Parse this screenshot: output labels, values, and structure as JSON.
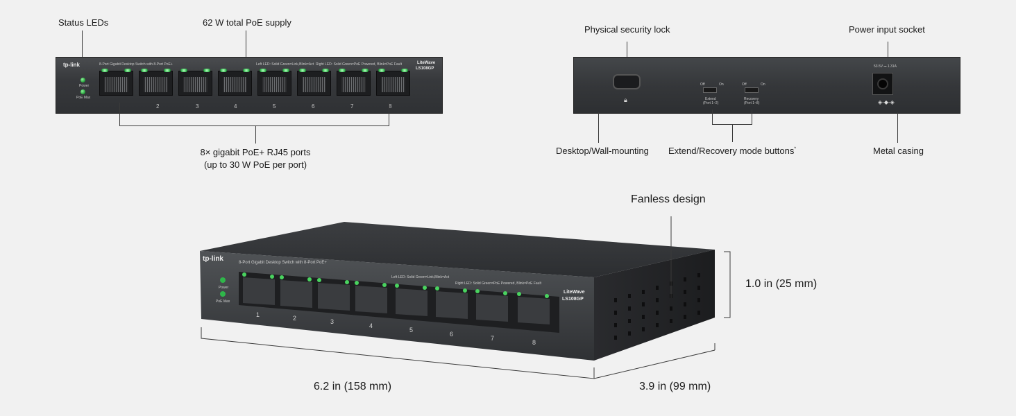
{
  "top_left": {
    "callouts": {
      "status_leds": "Status LEDs",
      "poe_supply": "62 W total PoE supply",
      "ports_line1": "8× gigabit PoE+ RJ45 ports",
      "ports_line2": "(up to 30 W PoE per port)"
    },
    "panel": {
      "brand": "tp-link",
      "model_title": "8-Port Gigabit Desktop Switch with 8-Port PoE+",
      "led_legend_left": "Left LED: Solid Green=Link,Blink=Act",
      "led_legend_right": "Right LED: Solid Green=PoE Powered, Blink=PoE Fault",
      "led_power": "Power",
      "led_poemax": "PoE Max",
      "series": "LiteWave",
      "model": "LS108GP",
      "port_numbers": [
        "2",
        "3",
        "4",
        "5",
        "6",
        "7",
        "8"
      ]
    }
  },
  "top_right": {
    "callouts": {
      "security_lock": "Physical security lock",
      "power_socket": "Power input socket",
      "mounting": "Desktop/Wall-mounting",
      "mode_buttons": "Extend/Recovery mode buttons",
      "mode_buttons_mark": "*",
      "casing": "Metal casing"
    },
    "panel": {
      "off1": "Off",
      "on1": "On",
      "extend": "Extend",
      "extend_ports": "(Port 1~2)",
      "off2": "Off",
      "on2": "On",
      "recovery": "Recovery",
      "recovery_ports": "(Port 1~8)",
      "power_rating": "53.5V ⎓ 1.31A"
    }
  },
  "bottom": {
    "callouts": {
      "fanless": "Fanless design",
      "height": "1.0 in (25 mm)",
      "width": "6.2 in (158 mm)",
      "depth": "3.9 in (99 mm)"
    },
    "panel": {
      "brand": "tp-link",
      "model_title": "8-Port Gigabit Desktop Switch with 8-Port PoE+",
      "led_legend_left": "Left LED: Solid Green=Link,Blink=Act",
      "led_legend_right": "Right LED: Solid Green=PoE Powered, Blink=PoE Fault",
      "led_power": "Power",
      "led_poemax": "PoE Max",
      "series": "LiteWave",
      "model": "LS108GP",
      "port_numbers": [
        "1",
        "2",
        "3",
        "4",
        "5",
        "6",
        "7",
        "8"
      ]
    }
  }
}
